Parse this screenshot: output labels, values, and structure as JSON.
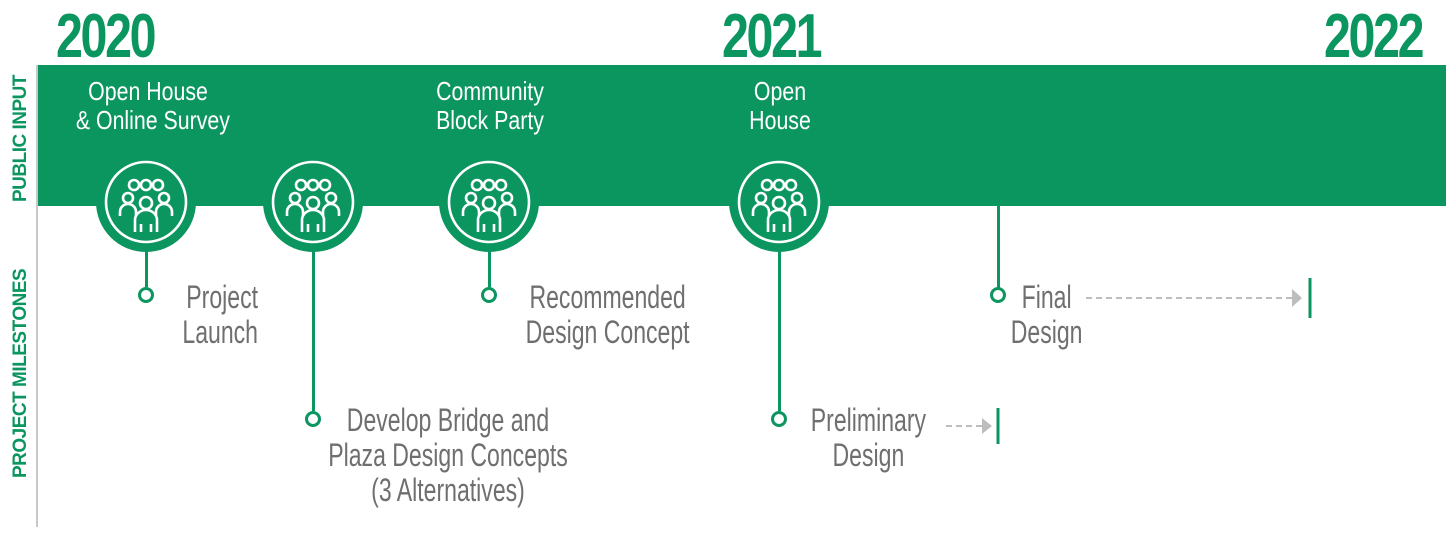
{
  "years": [
    "2020",
    "2021",
    "2022"
  ],
  "rows": {
    "public_input": "PUBLIC INPUT",
    "project_milestones": "PROJECT MILESTONES"
  },
  "events": [
    {
      "lines": [
        "Open House",
        "& Online Survey"
      ],
      "icon": "people-group-icon"
    },
    {
      "lines": [],
      "icon": "people-group-icon"
    },
    {
      "lines": [
        "Community",
        "Block Party"
      ],
      "icon": "people-group-icon"
    },
    {
      "lines": [
        "Open",
        "House"
      ],
      "icon": "people-group-icon"
    }
  ],
  "milestones": [
    {
      "lines": [
        "Project",
        "Launch"
      ]
    },
    {
      "lines": [
        "Develop Bridge and",
        "Plaza Design Concepts",
        "(3 Alternatives)"
      ]
    },
    {
      "lines": [
        "Recommended",
        "Design Concept"
      ]
    },
    {
      "lines": [
        "Preliminary",
        "Design"
      ]
    },
    {
      "lines": [
        "Final",
        "Design"
      ]
    }
  ],
  "colors": {
    "brand_green": "#0b9660",
    "text_gray": "#6f6f6f",
    "arrow_gray": "#bdbdbd"
  }
}
